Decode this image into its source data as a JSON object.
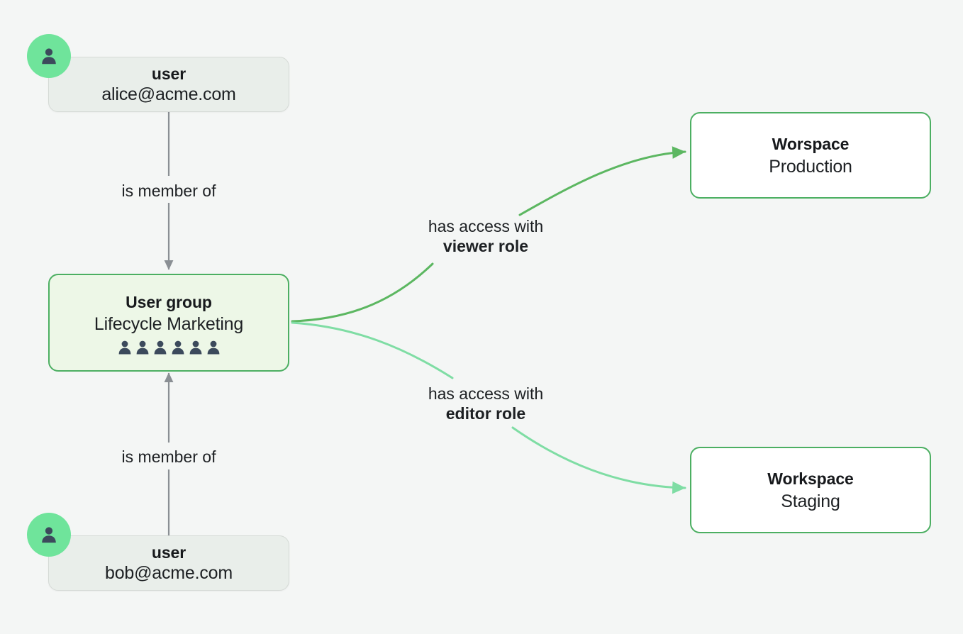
{
  "theme": {
    "background": "#f4f6f5",
    "avatar_green": "#6fe49b",
    "node_green_border": "#4caf62",
    "group_fill": "#edf7e7",
    "user_fill": "#e9eeea",
    "workspace_fill": "#ffffff",
    "edge_gray": "#8a8f94",
    "edge_green_dark": "#5cb761",
    "edge_green_light": "#7fdda4",
    "person_icon": "#3c4a5c",
    "text_color": "#1d2023"
  },
  "nodes": {
    "user_alice": {
      "type_label": "user",
      "name": "alice@acme.com",
      "avatar_icon": "person-icon"
    },
    "user_bob": {
      "type_label": "user",
      "name": "bob@acme.com",
      "avatar_icon": "person-icon"
    },
    "user_group": {
      "type_label": "User group",
      "name": "Lifecycle Marketing",
      "member_count": 6,
      "member_icon": "people-icon"
    },
    "workspace_production": {
      "type_label": "Worspace",
      "name": "Production"
    },
    "workspace_staging": {
      "type_label": "Workspace",
      "name": "Staging"
    }
  },
  "edges": [
    {
      "id": "alice-member",
      "from": "user_alice",
      "to": "user_group",
      "label": "is member of",
      "style": "gray-straight",
      "arrow": "down"
    },
    {
      "id": "bob-member",
      "from": "user_bob",
      "to": "user_group",
      "label": "is member of",
      "style": "gray-straight",
      "arrow": "up"
    },
    {
      "id": "group-production",
      "from": "user_group",
      "to": "workspace_production",
      "label_line1": "has access with",
      "label_line2": "viewer role",
      "style": "green-curve-dark",
      "arrow": "right"
    },
    {
      "id": "group-staging",
      "from": "user_group",
      "to": "workspace_staging",
      "label_line1": "has access with",
      "label_line2": "editor role",
      "style": "green-curve-light",
      "arrow": "right"
    }
  ]
}
